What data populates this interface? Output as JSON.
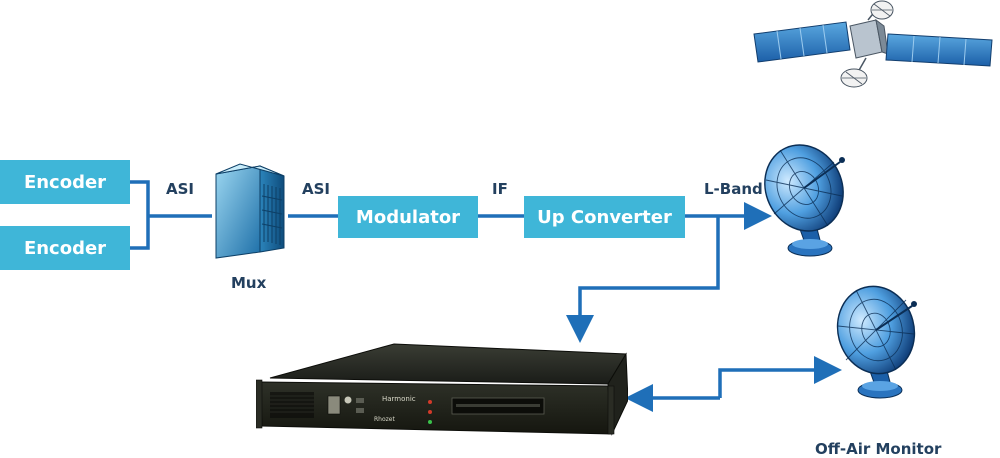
{
  "colors": {
    "box_fill": "#3fb6d8",
    "box_text": "#ffffff",
    "line": "#1f6fb8",
    "label": "#23405f"
  },
  "nodes": {
    "encoder_1": "Encoder",
    "encoder_2": "Encoder",
    "mux": "Mux",
    "modulator": "Modulator",
    "up_converter": "Up Converter",
    "off_air_monitor": "Off-Air Monitor"
  },
  "links": {
    "encoders_to_mux": "ASI",
    "mux_to_modulator": "ASI",
    "modulator_to_upconverter": "IF",
    "upconverter_to_dish": "L-Band"
  },
  "device": {
    "brand": "Harmonic",
    "badge": "Rhozet"
  },
  "icons": [
    "satellite-icon",
    "mux-server-icon",
    "uplink-dish-icon",
    "monitor-dish-icon",
    "rack-unit-receiver"
  ]
}
